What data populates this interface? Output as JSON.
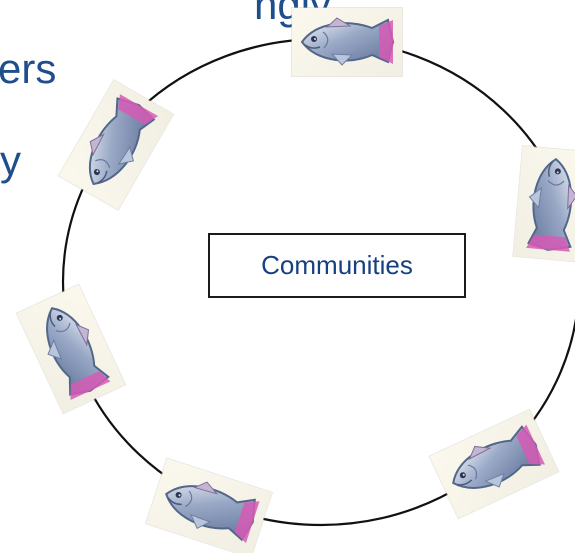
{
  "slide_fragments": [
    "ngly",
    "ers",
    "y"
  ],
  "diagram": {
    "center_label": "Communities",
    "stroke_color": "#111111",
    "text_color": "#16407f"
  },
  "fish_images": [
    "fish-image-1",
    "fish-image-2",
    "fish-image-3",
    "fish-image-4",
    "fish-image-5",
    "fish-image-6"
  ]
}
